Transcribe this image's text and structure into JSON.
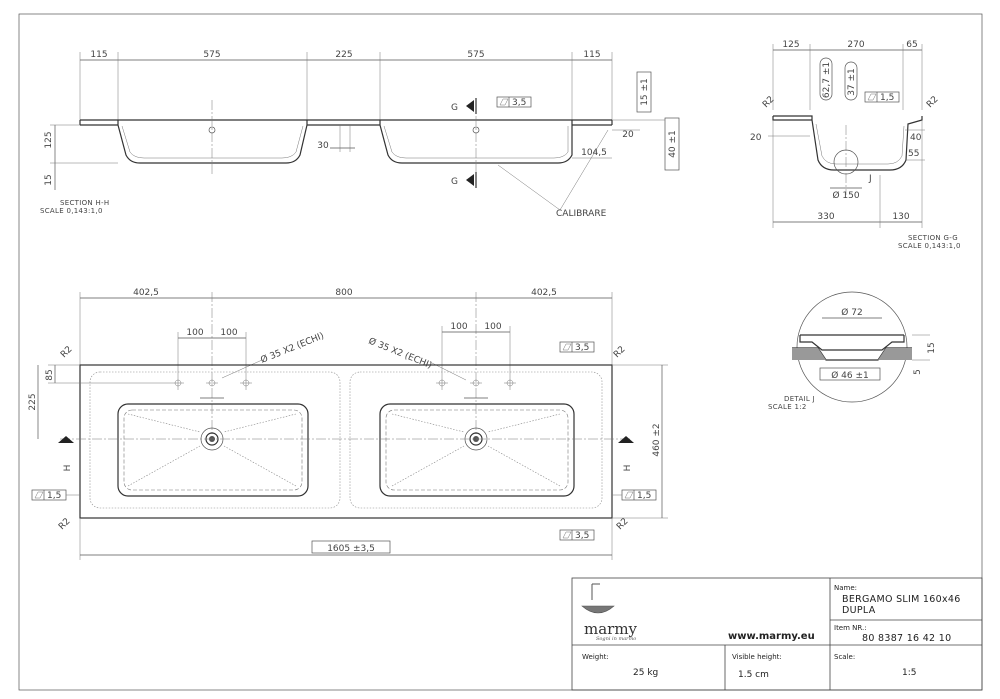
{
  "section_hh": {
    "dims_top": [
      "115",
      "575",
      "225",
      "575",
      "115"
    ],
    "dim_15": "15 ±1",
    "dim_40": "40 ±1",
    "dim_125": "125",
    "dim_15_left": "15",
    "dim_30": "30",
    "dim_20": "20",
    "dim_1045": "104,5",
    "flatness": "3,5",
    "g_label": "G",
    "label": "SECTION H-H",
    "scale": "SCALE 0,143:1,0",
    "calibrare": "CALIBRARE"
  },
  "section_gg": {
    "dims_top": [
      "125",
      "270",
      "65"
    ],
    "dim_r2": "R2",
    "dim_627": "62,7 ±1",
    "dim_371": "37 ±1",
    "flatness": "1,5",
    "dim_20": "20",
    "dim_40": "40",
    "dim_55": "55",
    "dim_150": "Ø 150",
    "dim_j": "J",
    "dims_bottom": [
      "330",
      "130"
    ],
    "label": "SECTION G-G",
    "scale": "SCALE 0,143:1,0"
  },
  "plan": {
    "dims_top": [
      "402,5",
      "800",
      "402,5"
    ],
    "dims_holes": [
      "100",
      "100",
      "100",
      "100"
    ],
    "hole_note": "Ø 35 X2 (ECHI)",
    "dim_85": "85",
    "dim_225": "225",
    "dim_460": "460 ±2",
    "dim_1605": "1605 ±3,5",
    "h_label": "H",
    "r2": "R2",
    "flat_35": "3,5",
    "flat_15": "1,5"
  },
  "detail_j": {
    "dim_72": "Ø 72",
    "dim_46": "Ø 46 ±1",
    "dim_15": "15",
    "dim_5": "5",
    "label": "DETAIL J",
    "scale": "SCALE 1:2"
  },
  "title_block": {
    "brand": "marmy",
    "tagline": "Sogni in marmo",
    "website": "www.marmy.eu",
    "name_label": "Name:",
    "name_line1": "BERGAMO SLIM 160x46",
    "name_line2": "DUPLA",
    "item_label": "Item NR.:",
    "item_value": "80 8387 16 42 10",
    "weight_label": "Weight:",
    "weight_value": "25 kg",
    "height_label": "Visible height:",
    "height_value": "1.5 cm",
    "scale_label": "Scale:",
    "scale_value": "1:5"
  }
}
